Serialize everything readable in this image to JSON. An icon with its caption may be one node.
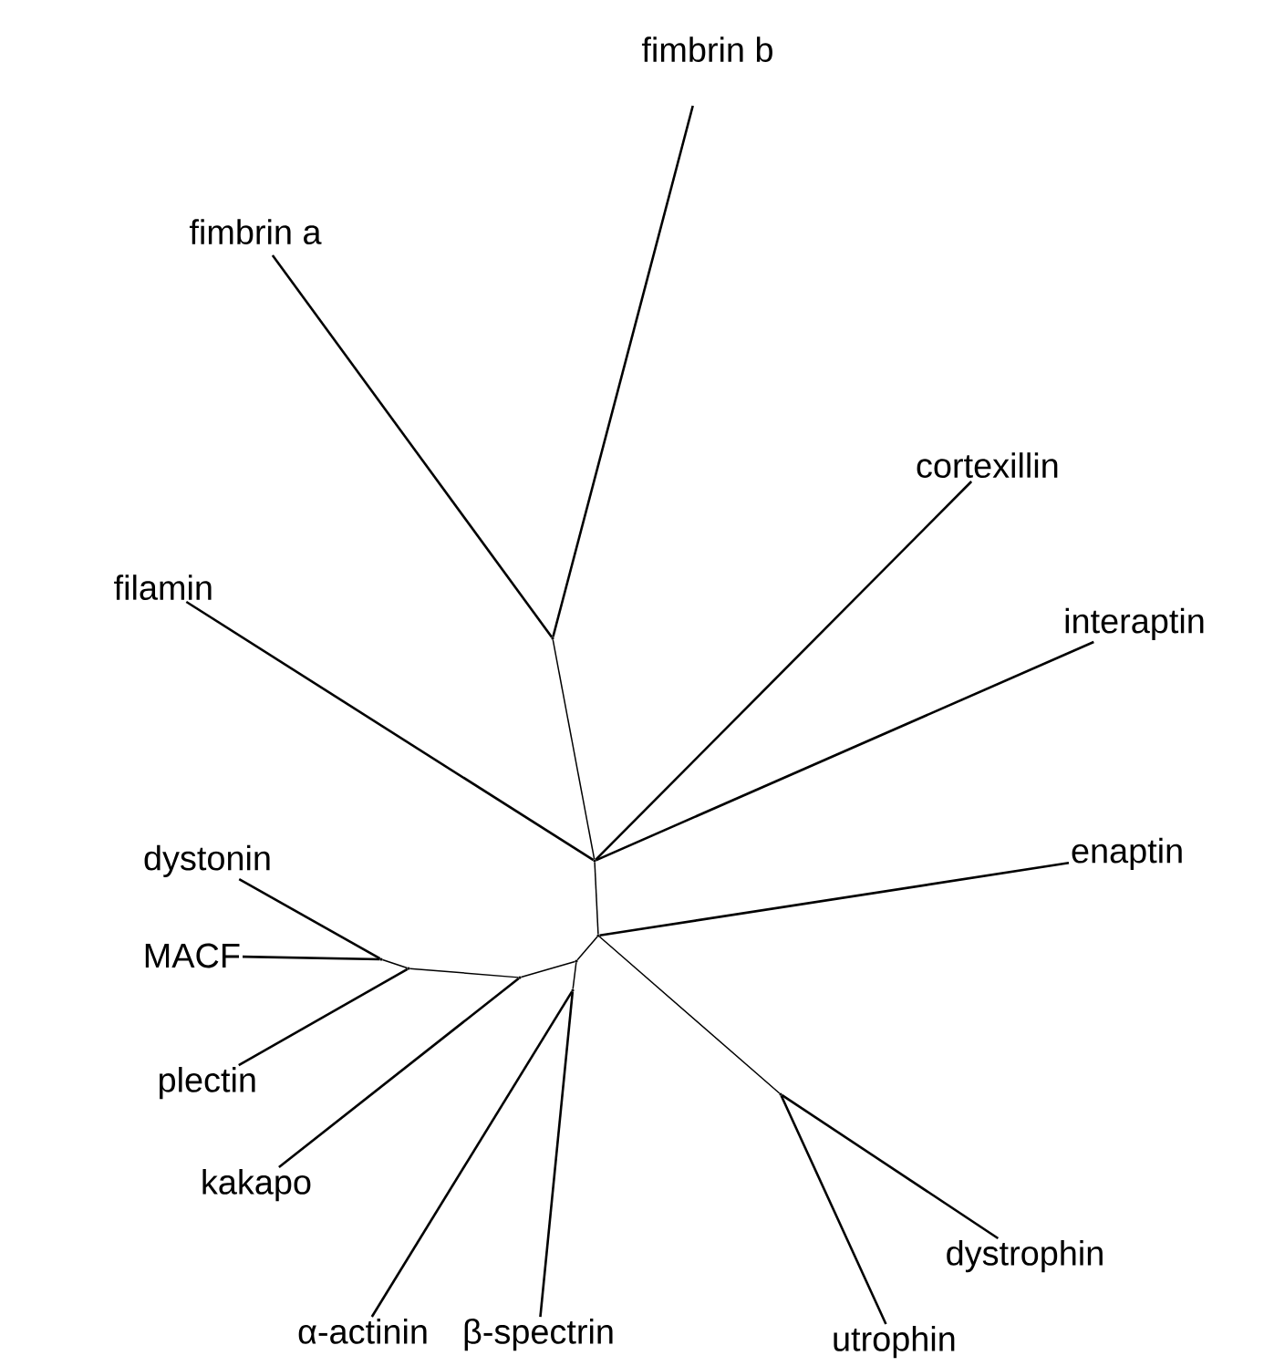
{
  "diagram": {
    "nodes": [
      {
        "text": [
          "fimbrin b"
        ]
      },
      {
        "text": [
          "fimbrin a"
        ]
      },
      {
        "text": [
          "cortexillin"
        ]
      },
      {
        "text": [
          "filamin"
        ]
      },
      {
        "text": [
          "interaptin"
        ]
      },
      {
        "text": [
          "dystonin"
        ]
      },
      {
        "text": [
          "enaptin"
        ]
      },
      {
        "text": [
          "MACF"
        ]
      },
      {
        "text": [
          "plectin"
        ]
      },
      {
        "text": [
          "dystrophin"
        ]
      },
      {
        "text": [
          "kakapo"
        ]
      },
      {
        "text": [
          "utrophin"
        ]
      },
      {
        "text": [
          "α-actinin"
        ]
      },
      {
        "text": [
          "β-spectrin"
        ]
      },
      {
        "text": [],
        "shape": "point"
      },
      {
        "text": [],
        "shape": "point"
      },
      {
        "text": [],
        "shape": "point"
      },
      {
        "text": [],
        "shape": "point"
      },
      {
        "text": [],
        "shape": "point"
      },
      {
        "text": [],
        "shape": "point"
      },
      {
        "text": [],
        "shape": "point"
      },
      {
        "text": [],
        "shape": "point"
      },
      {
        "text": [],
        "shape": "point"
      }
    ],
    "edges": [
      {
        "from": 14,
        "to": 0,
        "arrow": "none"
      },
      {
        "from": 14,
        "to": 1,
        "arrow": "none"
      },
      {
        "from": 15,
        "to": 14,
        "arrow": "none"
      },
      {
        "from": 15,
        "to": 3,
        "arrow": "none"
      },
      {
        "from": 15,
        "to": 2,
        "arrow": "none"
      },
      {
        "from": 15,
        "to": 4,
        "arrow": "none"
      },
      {
        "from": 15,
        "to": 16,
        "arrow": "none"
      },
      {
        "from": 16,
        "to": 6,
        "arrow": "none"
      },
      {
        "from": 16,
        "to": 22,
        "arrow": "none"
      },
      {
        "from": 22,
        "to": 9,
        "arrow": "none"
      },
      {
        "from": 22,
        "to": 11,
        "arrow": "none"
      },
      {
        "from": 16,
        "to": 17,
        "arrow": "none"
      },
      {
        "from": 17,
        "to": 18,
        "arrow": "none"
      },
      {
        "from": 18,
        "to": 12,
        "arrow": "none"
      },
      {
        "from": 18,
        "to": 13,
        "arrow": "none"
      },
      {
        "from": 17,
        "to": 19,
        "arrow": "none"
      },
      {
        "from": 19,
        "to": 10,
        "arrow": "none"
      },
      {
        "from": 19,
        "to": 20,
        "arrow": "none"
      },
      {
        "from": 20,
        "to": 8,
        "arrow": "none"
      },
      {
        "from": 20,
        "to": 21,
        "arrow": "none"
      },
      {
        "from": 21,
        "to": 5,
        "arrow": "none"
      },
      {
        "from": 21,
        "to": 7,
        "arrow": "none"
      }
    ]
  }
}
